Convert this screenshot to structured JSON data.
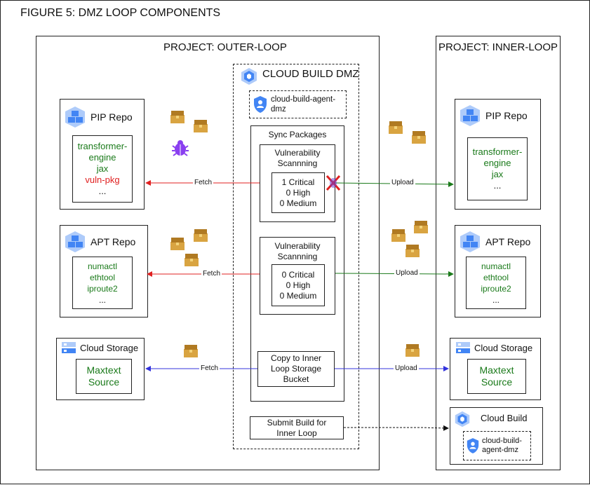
{
  "figure_title": "FIGURE 5: DMZ LOOP COMPONENTS",
  "outer_project": {
    "title": "PROJECT: OUTER-LOOP",
    "pip_repo": {
      "title": "PIP Repo",
      "items": [
        "transformer-",
        "engine",
        "jax",
        "vuln-pkg",
        "..."
      ]
    },
    "apt_repo": {
      "title": "APT Repo",
      "items": [
        "numactl",
        "ethtool",
        "iproute2",
        "..."
      ]
    },
    "storage": {
      "title": "Cloud Storage",
      "items": [
        "Maxtext",
        "Source"
      ]
    }
  },
  "dmz": {
    "title": "CLOUD BUILD DMZ",
    "agent": [
      "cloud-build-agent-",
      "dmz"
    ],
    "sync_title": "Sync Packages",
    "scan1": {
      "title": [
        "Vulnerability",
        "Scannning"
      ],
      "results": [
        "1 Critical",
        "0 High",
        "0 Medium"
      ]
    },
    "scan2": {
      "title": [
        "Vulnerability",
        "Scannning"
      ],
      "results": [
        "0 Critical",
        "0 High",
        "0 Medium"
      ]
    },
    "copy": [
      "Copy to Inner",
      "Loop Storage",
      "Bucket"
    ],
    "submit": [
      "Submit Build for",
      "Inner Loop"
    ]
  },
  "inner_project": {
    "title": "PROJECT: INNER-LOOP",
    "pip_repo": {
      "title": "PIP Repo",
      "items": [
        "transformer-",
        "engine",
        "jax",
        "..."
      ]
    },
    "apt_repo": {
      "title": "APT Repo",
      "items": [
        "numactl",
        "ethtool",
        "iproute2",
        "..."
      ]
    },
    "storage": {
      "title": "Cloud Storage",
      "items": [
        "Maxtext",
        "Source"
      ]
    },
    "cloud_build": {
      "title": "Cloud Build",
      "agent": [
        "cloud-build-",
        "agent-dmz"
      ]
    }
  },
  "arrows": {
    "fetch": "Fetch",
    "upload": "Upload"
  },
  "colors": {
    "red": "#e02020",
    "green": "#1a7a1a",
    "blue": "#3333dd",
    "icon_blue": "#4285f4"
  }
}
